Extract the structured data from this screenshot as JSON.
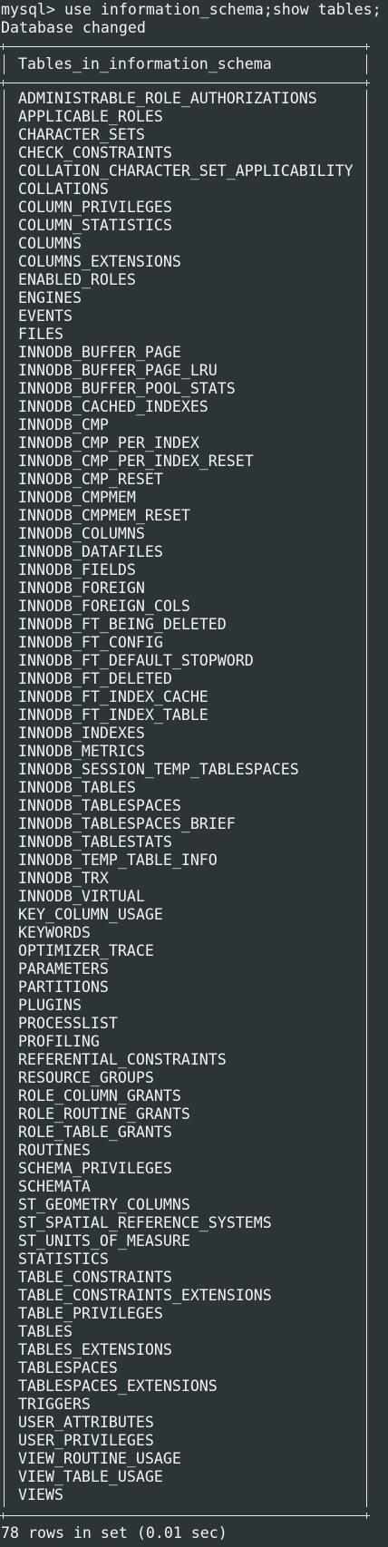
{
  "prompt": "mysql> ",
  "command": "use information_schema;show tables;",
  "status_message": "Database changed",
  "table": {
    "header": "Tables_in_information_schema",
    "rows": [
      "ADMINISTRABLE_ROLE_AUTHORIZATIONS",
      "APPLICABLE_ROLES",
      "CHARACTER_SETS",
      "CHECK_CONSTRAINTS",
      "COLLATION_CHARACTER_SET_APPLICABILITY",
      "COLLATIONS",
      "COLUMN_PRIVILEGES",
      "COLUMN_STATISTICS",
      "COLUMNS",
      "COLUMNS_EXTENSIONS",
      "ENABLED_ROLES",
      "ENGINES",
      "EVENTS",
      "FILES",
      "INNODB_BUFFER_PAGE",
      "INNODB_BUFFER_PAGE_LRU",
      "INNODB_BUFFER_POOL_STATS",
      "INNODB_CACHED_INDEXES",
      "INNODB_CMP",
      "INNODB_CMP_PER_INDEX",
      "INNODB_CMP_PER_INDEX_RESET",
      "INNODB_CMP_RESET",
      "INNODB_CMPMEM",
      "INNODB_CMPMEM_RESET",
      "INNODB_COLUMNS",
      "INNODB_DATAFILES",
      "INNODB_FIELDS",
      "INNODB_FOREIGN",
      "INNODB_FOREIGN_COLS",
      "INNODB_FT_BEING_DELETED",
      "INNODB_FT_CONFIG",
      "INNODB_FT_DEFAULT_STOPWORD",
      "INNODB_FT_DELETED",
      "INNODB_FT_INDEX_CACHE",
      "INNODB_FT_INDEX_TABLE",
      "INNODB_INDEXES",
      "INNODB_METRICS",
      "INNODB_SESSION_TEMP_TABLESPACES",
      "INNODB_TABLES",
      "INNODB_TABLESPACES",
      "INNODB_TABLESPACES_BRIEF",
      "INNODB_TABLESTATS",
      "INNODB_TEMP_TABLE_INFO",
      "INNODB_TRX",
      "INNODB_VIRTUAL",
      "KEY_COLUMN_USAGE",
      "KEYWORDS",
      "OPTIMIZER_TRACE",
      "PARAMETERS",
      "PARTITIONS",
      "PLUGINS",
      "PROCESSLIST",
      "PROFILING",
      "REFERENTIAL_CONSTRAINTS",
      "RESOURCE_GROUPS",
      "ROLE_COLUMN_GRANTS",
      "ROLE_ROUTINE_GRANTS",
      "ROLE_TABLE_GRANTS",
      "ROUTINES",
      "SCHEMA_PRIVILEGES",
      "SCHEMATA",
      "ST_GEOMETRY_COLUMNS",
      "ST_SPATIAL_REFERENCE_SYSTEMS",
      "ST_UNITS_OF_MEASURE",
      "STATISTICS",
      "TABLE_CONSTRAINTS",
      "TABLE_CONSTRAINTS_EXTENSIONS",
      "TABLE_PRIVILEGES",
      "TABLES",
      "TABLES_EXTENSIONS",
      "TABLESPACES",
      "TABLESPACES_EXTENSIONS",
      "TRIGGERS",
      "USER_ATTRIBUTES",
      "USER_PRIVILEGES",
      "VIEW_ROUTINE_USAGE",
      "VIEW_TABLE_USAGE",
      "VIEWS"
    ]
  },
  "result_summary": "78 rows in set (0.01 sec)",
  "colors": {
    "background": "#2d3436",
    "text": "#f2f2f2",
    "border": "#e8e8e8"
  }
}
